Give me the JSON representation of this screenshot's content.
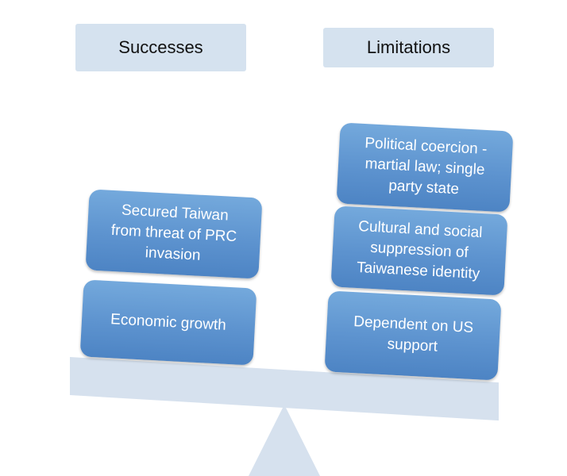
{
  "headers": {
    "successes": "Successes",
    "limitations": "Limitations"
  },
  "successes": {
    "items": [
      "Secured Taiwan\nfrom threat of PRC\ninvasion",
      "Economic growth"
    ]
  },
  "limitations": {
    "items": [
      "Political coercion -\nmartial law; single\nparty state",
      "Cultural and social\nsuppression of\nTaiwanese identity",
      "Dependent on US\nsupport"
    ]
  },
  "colors": {
    "header_fill": "#d5e2ef",
    "block_fill": "#5d93cf",
    "balance_fill": "#d6e1ee"
  }
}
